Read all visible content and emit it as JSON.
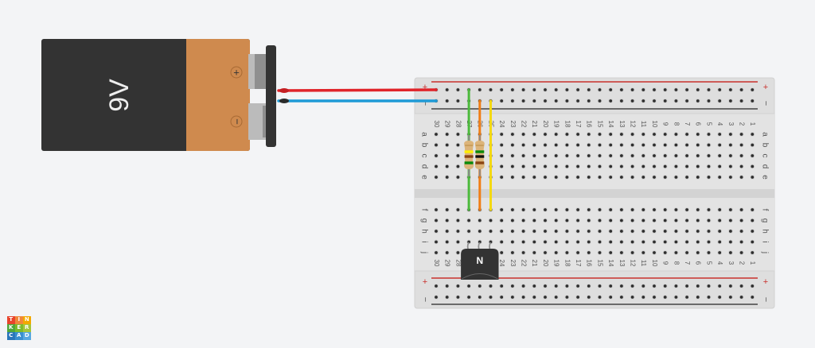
{
  "app": {
    "name": "Tinkercad Circuits"
  },
  "logo": {
    "letters": [
      "T",
      "I",
      "N",
      "K",
      "E",
      "R",
      "C",
      "A",
      "D"
    ],
    "colors": [
      "#e8442c",
      "#f0873a",
      "#f2a900",
      "#50a83a",
      "#7cbb2b",
      "#a5c53a",
      "#2a76bb",
      "#3a8fd0",
      "#58a8e0"
    ]
  },
  "battery": {
    "label": "9V",
    "plus": "+",
    "minus": "−"
  },
  "breadboard": {
    "columns": [
      "30",
      "29",
      "28",
      "27",
      "26",
      "25",
      "24",
      "23",
      "22",
      "21",
      "20",
      "19",
      "18",
      "17",
      "16",
      "15",
      "14",
      "13",
      "12",
      "11",
      "10",
      "9",
      "8",
      "7",
      "6",
      "5",
      "4",
      "3",
      "2",
      "1"
    ],
    "rows_top": [
      "a",
      "b",
      "c",
      "d",
      "e"
    ],
    "rows_bottom": [
      "f",
      "g",
      "h",
      "i",
      "j"
    ],
    "rail_plus": "+",
    "rail_minus": "−"
  },
  "components": {
    "resistors": [
      {
        "name": "resistor-1",
        "column": "27",
        "bands": [
          "#ffee00",
          "#8b4513",
          "#0a8a0a"
        ]
      },
      {
        "name": "resistor-2",
        "column": "26",
        "bands": [
          "#0a8a0a",
          "#111111",
          "#8b4513"
        ]
      }
    ],
    "transistor": {
      "label": "N",
      "type": "NPN"
    },
    "wires": [
      {
        "name": "wire-battery-positive",
        "color": "#e0242a"
      },
      {
        "name": "wire-battery-negative",
        "color": "#1e9ad6"
      },
      {
        "name": "wire-green",
        "color": "#4cba3c"
      },
      {
        "name": "wire-orange",
        "color": "#f07d14"
      },
      {
        "name": "wire-yellow",
        "color": "#f4d911"
      }
    ]
  }
}
